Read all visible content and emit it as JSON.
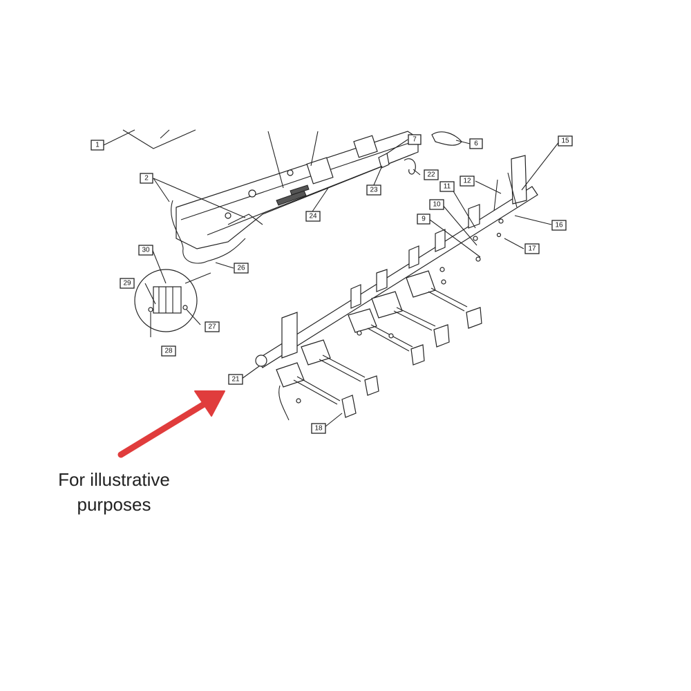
{
  "callouts": [
    {
      "n": "1"
    },
    {
      "n": "2"
    },
    {
      "n": "6"
    },
    {
      "n": "7"
    },
    {
      "n": "9"
    },
    {
      "n": "10"
    },
    {
      "n": "11"
    },
    {
      "n": "12"
    },
    {
      "n": "15"
    },
    {
      "n": "16"
    },
    {
      "n": "17"
    },
    {
      "n": "18"
    },
    {
      "n": "21"
    },
    {
      "n": "22"
    },
    {
      "n": "23"
    },
    {
      "n": "24"
    },
    {
      "n": "26"
    },
    {
      "n": "27"
    },
    {
      "n": "28"
    },
    {
      "n": "29"
    },
    {
      "n": "30"
    }
  ],
  "caption": {
    "line1": "For illustrative",
    "line2": "purposes"
  },
  "colors": {
    "arrow": "#e03c3c",
    "ink": "#222222"
  }
}
